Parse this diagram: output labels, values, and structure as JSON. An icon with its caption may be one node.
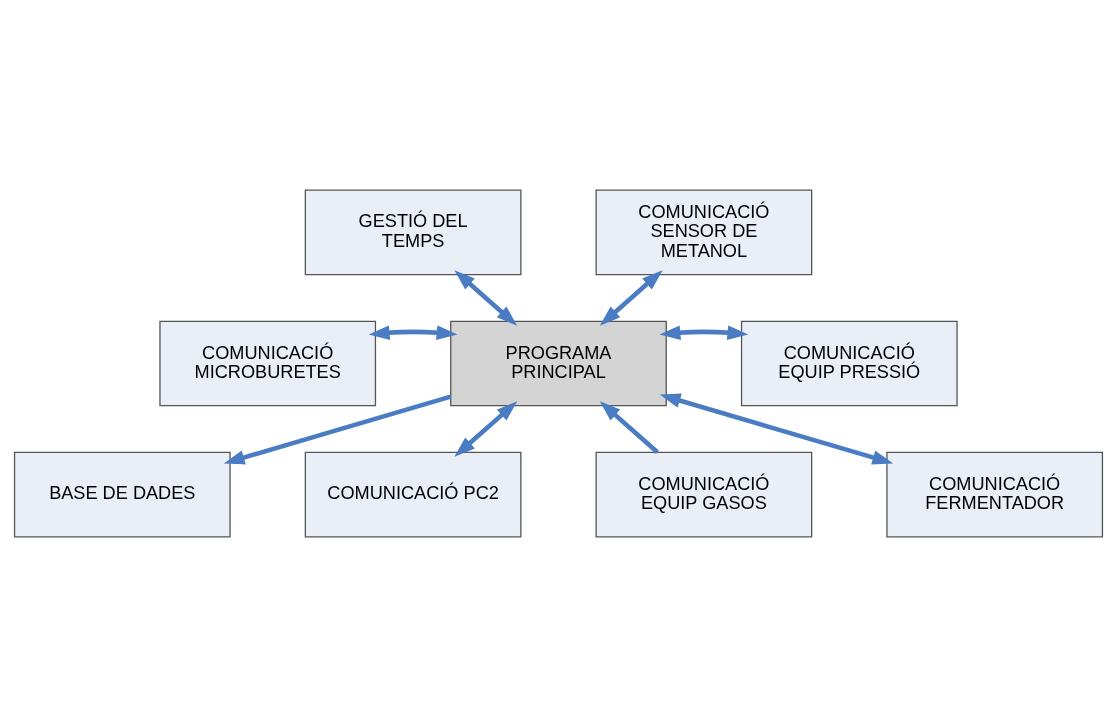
{
  "diagram": {
    "nodes": [
      {
        "text": [
          "BASE DE DADES"
        ]
      },
      {
        "text": [
          "GESTIÓ DEL TEMPS"
        ]
      },
      {
        "text": [
          "COMUNICACIÓ SENSOR DE METANOL"
        ]
      },
      {
        "text": [
          "COMUNICACIÓ MICROBURETES"
        ]
      },
      {
        "text": [
          "PROGRAMA PRINCIPAL"
        ]
      },
      {
        "text": [
          "COMUNICACIÓ EQUIP PRESSIÓ"
        ]
      },
      {
        "text": [
          "COMUNICACIÓ EQUIP GASOS"
        ]
      },
      {
        "text": [
          "COMUNICACIÓ FERMENTADOR"
        ]
      },
      {
        "text": [
          "COMUNICACIÓ PC2"
        ]
      }
    ],
    "edges": [
      {
        "from": 4,
        "to": 0,
        "arrow": "to"
      },
      {
        "from": 1,
        "to": 4,
        "arrow": "both"
      },
      {
        "from": 2,
        "to": 4,
        "arrow": "both"
      },
      {
        "from": 3,
        "to": 4,
        "arrow": "both"
      },
      {
        "from": 4,
        "to": 5,
        "arrow": "both"
      },
      {
        "from": 6,
        "to": 4,
        "arrow": "to"
      },
      {
        "from": 4,
        "to": 7,
        "arrow": "both"
      },
      {
        "from": 4,
        "to": 8,
        "arrow": "both"
      }
    ]
  }
}
